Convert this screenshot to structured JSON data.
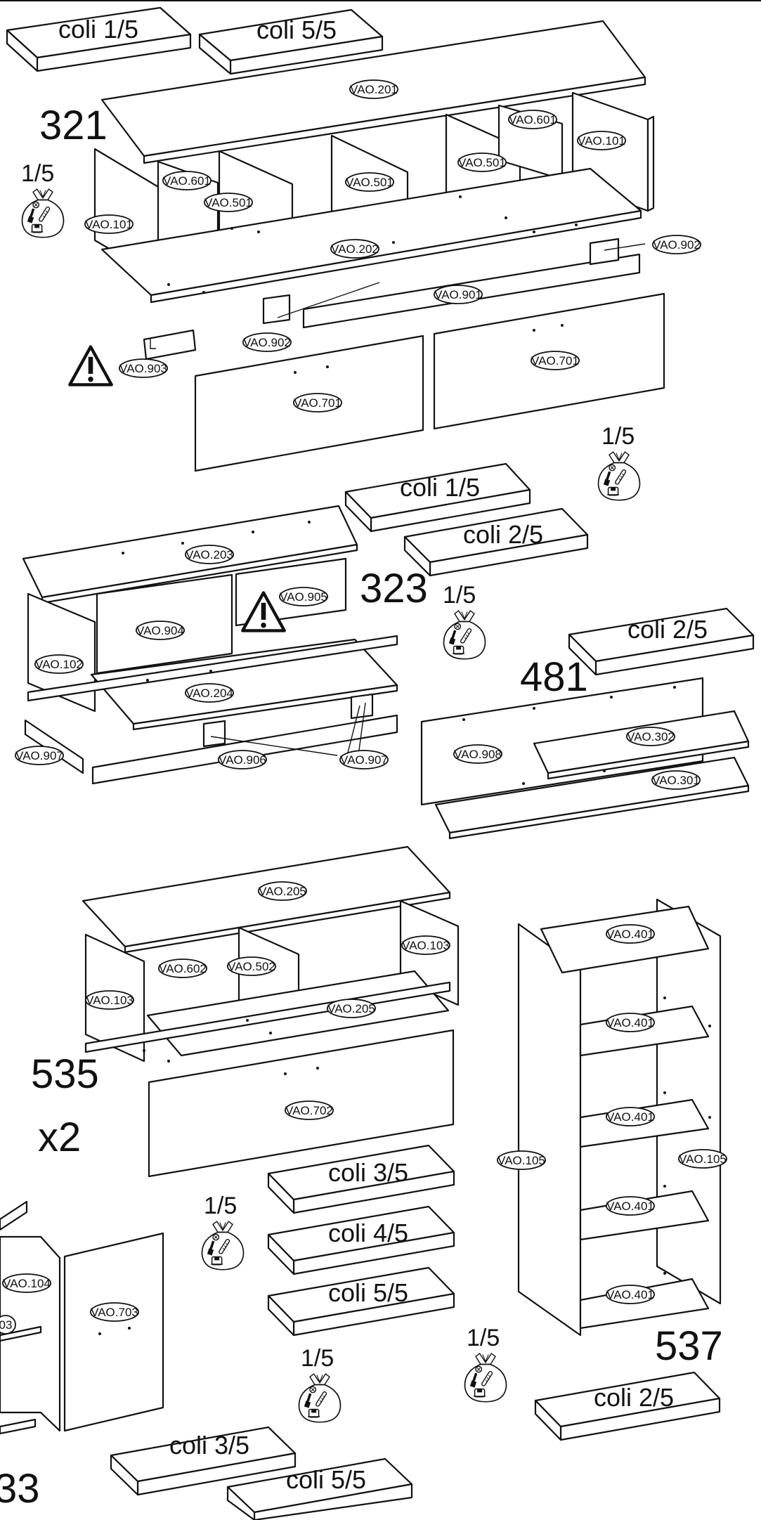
{
  "models": [
    {
      "id": "m321",
      "number": "321"
    },
    {
      "id": "m323",
      "number": "323"
    },
    {
      "id": "m481",
      "number": "481"
    },
    {
      "id": "m535",
      "number": "535",
      "multiplier": "x2"
    },
    {
      "id": "m537",
      "number": "537"
    },
    {
      "id": "m533",
      "number": "33"
    }
  ],
  "packages": [
    {
      "id": "pk1",
      "label": "coli 1/5"
    },
    {
      "id": "pk2",
      "label": "coli 5/5"
    },
    {
      "id": "pk3",
      "label": "coli 1/5"
    },
    {
      "id": "pk4",
      "label": "coli 2/5"
    },
    {
      "id": "pk5",
      "label": "coli 2/5"
    },
    {
      "id": "pk6",
      "label": "coli 3/5"
    },
    {
      "id": "pk7",
      "label": "coli 4/5"
    },
    {
      "id": "pk8",
      "label": "coli 5/5"
    },
    {
      "id": "pk9",
      "label": "coli 2/5"
    },
    {
      "id": "pk10",
      "label": "coli 3/5"
    },
    {
      "id": "pk11",
      "label": "coli 5/5"
    }
  ],
  "hardware_bags": [
    {
      "id": "hb1",
      "label": "1/5"
    },
    {
      "id": "hb2",
      "label": "1/5"
    },
    {
      "id": "hb3",
      "label": "1/5"
    },
    {
      "id": "hb4",
      "label": "1/5"
    },
    {
      "id": "hb5",
      "label": "1/5"
    },
    {
      "id": "hb6",
      "label": "1/5"
    }
  ],
  "parts": [
    {
      "id": "p1",
      "code": "VAO.201"
    },
    {
      "id": "p2",
      "code": "VAO.601"
    },
    {
      "id": "p3",
      "code": "VAO.101"
    },
    {
      "id": "p4",
      "code": "VAO.601"
    },
    {
      "id": "p5",
      "code": "VAO.501"
    },
    {
      "id": "p6",
      "code": "VAO.501"
    },
    {
      "id": "p7",
      "code": "VAO.501"
    },
    {
      "id": "p8",
      "code": "VAO.101"
    },
    {
      "id": "p9",
      "code": "VAO.202"
    },
    {
      "id": "p10",
      "code": "VAO.902"
    },
    {
      "id": "p11",
      "code": "VAO.901"
    },
    {
      "id": "p12",
      "code": "VAO.902"
    },
    {
      "id": "p13",
      "code": "VAO.903"
    },
    {
      "id": "p14",
      "code": "VAO.701"
    },
    {
      "id": "p15",
      "code": "VAO.701"
    },
    {
      "id": "p16",
      "code": "VAO.203"
    },
    {
      "id": "p17",
      "code": "VAO.905"
    },
    {
      "id": "p18",
      "code": "VAO.904"
    },
    {
      "id": "p19",
      "code": "VAO.102"
    },
    {
      "id": "p20",
      "code": "VAO.204"
    },
    {
      "id": "p21",
      "code": "VAO.907"
    },
    {
      "id": "p22",
      "code": "VAO.906"
    },
    {
      "id": "p23",
      "code": "VAO.907"
    },
    {
      "id": "p24",
      "code": "VAO.908"
    },
    {
      "id": "p25",
      "code": "VAO.302"
    },
    {
      "id": "p26",
      "code": "VAO.301"
    },
    {
      "id": "p27",
      "code": "VAO.205"
    },
    {
      "id": "p28",
      "code": "VAO.103"
    },
    {
      "id": "p29",
      "code": "VAO.602"
    },
    {
      "id": "p30",
      "code": "VAO.502"
    },
    {
      "id": "p31",
      "code": "VAO.103"
    },
    {
      "id": "p32",
      "code": "VAO.205"
    },
    {
      "id": "p33",
      "code": "VAO.702"
    },
    {
      "id": "p34",
      "code": "VAO.401"
    },
    {
      "id": "p35",
      "code": "VAO.401"
    },
    {
      "id": "p36",
      "code": "VAO.401"
    },
    {
      "id": "p37",
      "code": "VAO.105"
    },
    {
      "id": "p38",
      "code": "VAO.105"
    },
    {
      "id": "p39",
      "code": "VAO.401"
    },
    {
      "id": "p40",
      "code": "VAO.401"
    },
    {
      "id": "p41",
      "code": "VAO.104"
    },
    {
      "id": "p42",
      "code": "VAO.703"
    },
    {
      "id": "p43",
      "code": "03"
    }
  ],
  "icons": {
    "warning": "warning-triangle-icon",
    "bag": "hardware-bag-icon"
  }
}
